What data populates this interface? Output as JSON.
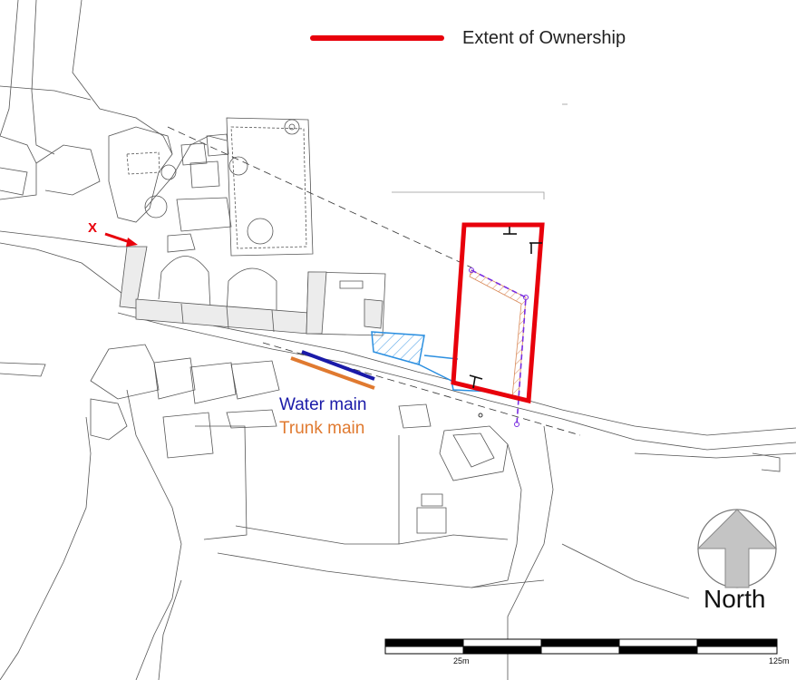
{
  "legend": {
    "ownership_label": "Extent of Ownership",
    "ownership_color": "#e8000b"
  },
  "marker": {
    "label": "X",
    "color": "#e8000b"
  },
  "pipes": {
    "water_main_label": "Water main",
    "water_main_color": "#1a1aa8",
    "trunk_main_label": "Trunk main",
    "trunk_main_color": "#e07a30"
  },
  "north_arrow": {
    "label": "North",
    "icon": "north-arrow-icon"
  },
  "scale_bar": {
    "tick_25": "25m",
    "tick_125": "125m"
  }
}
